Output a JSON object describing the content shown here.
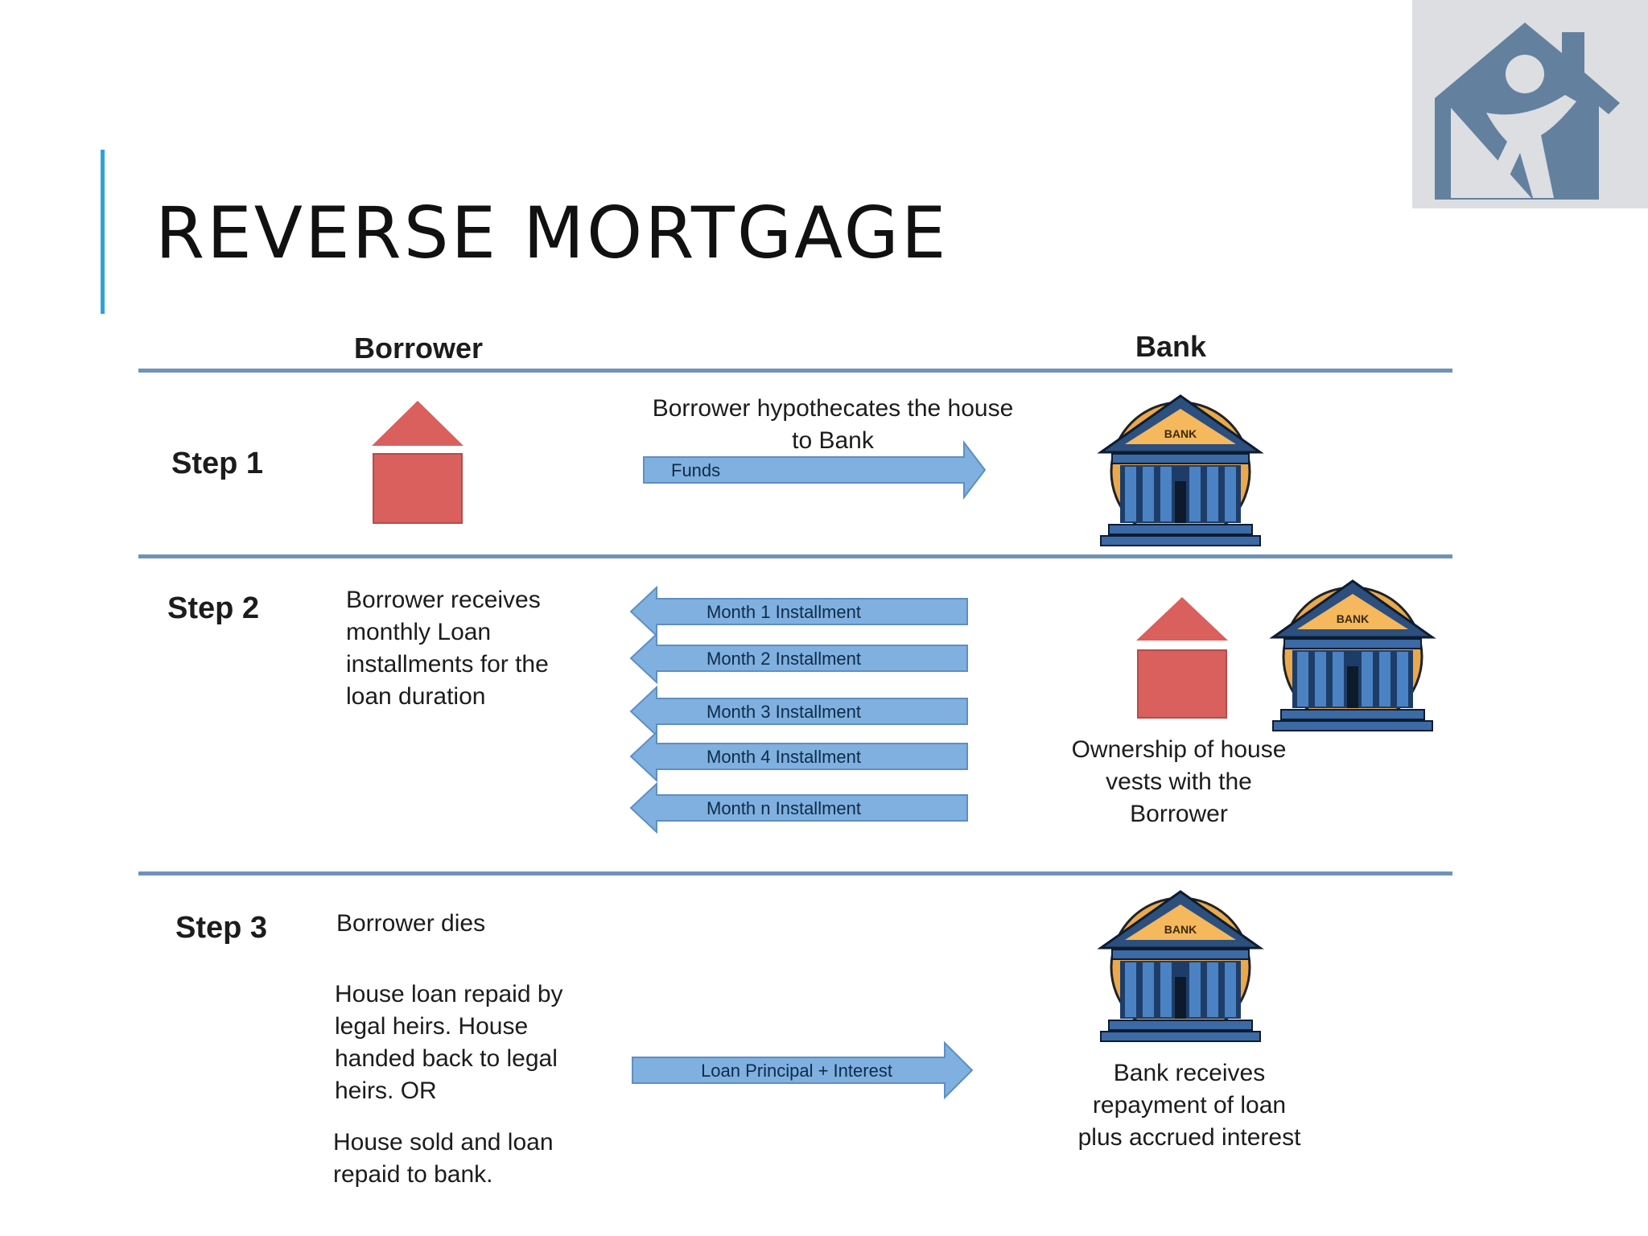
{
  "slide": {
    "title": "REVERSE MORTGAGE",
    "accent_color": "#2ea3d8"
  },
  "logo": {
    "icon": "house-person-logo-icon",
    "color": "#64809f",
    "background": "#dcdee2"
  },
  "columns": {
    "left": "Borrower",
    "right": "Bank"
  },
  "bank_icon": {
    "sign": "BANK"
  },
  "colors": {
    "house": "#d9605d",
    "arrow": "#7fb0e0",
    "divider": "#6f93b8"
  },
  "step1": {
    "label": "Step 1",
    "caption": "Borrower hypothecates the house\nto Bank",
    "arrow_label": "Funds"
  },
  "step2": {
    "label": "Step 2",
    "borrower_text": "Borrower receives\nmonthly Loan\ninstallments for the\nloan duration",
    "installments": [
      "Month 1 Installment",
      "Month 2 Installment",
      "Month 3 Installment",
      "Month 4 Installment",
      "Month n Installment"
    ],
    "ownership_text": "Ownership of house\nvests with the\nBorrower"
  },
  "step3": {
    "label": "Step 3",
    "event": "Borrower dies",
    "option1": "House loan repaid by\nlegal heirs. House\nhanded back to legal\nheirs.   OR",
    "option2": "House sold and loan\nrepaid to bank.",
    "arrow_label": "Loan Principal + Interest",
    "bank_text": "Bank receives\nrepayment of loan\nplus accrued interest"
  }
}
